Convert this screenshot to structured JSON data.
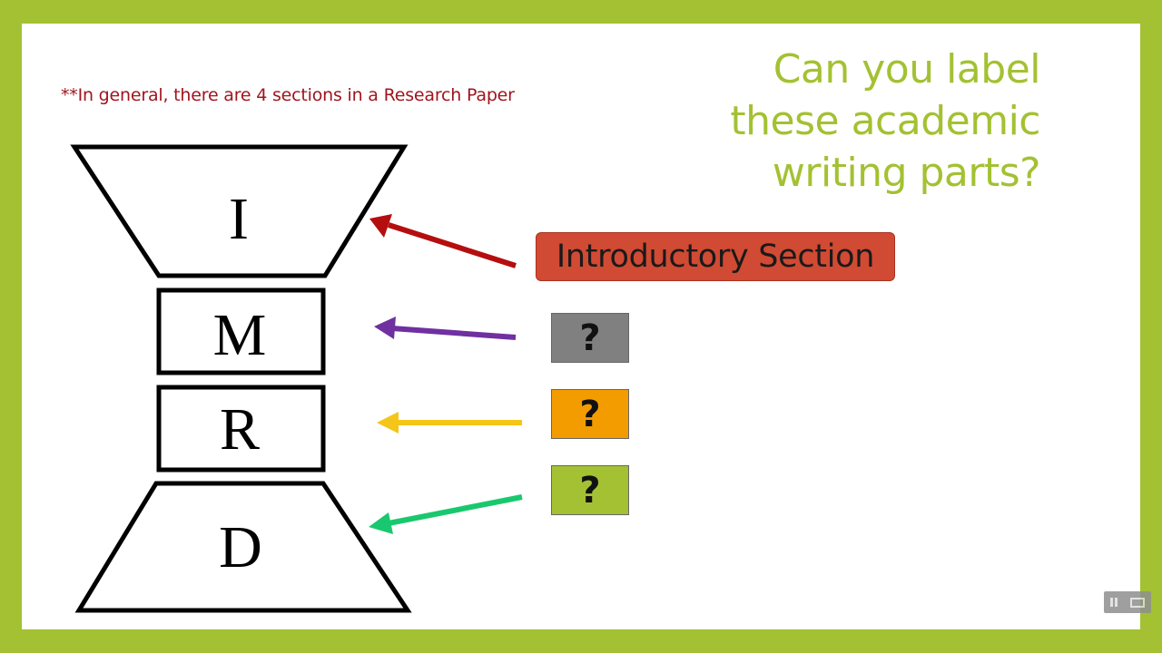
{
  "note": "**In general, there are 4 sections in a Research Paper",
  "question": {
    "line1": "Can you label",
    "line2": "these academic",
    "line3": "writing parts?"
  },
  "sections": {
    "i": "I",
    "m": "M",
    "r": "R",
    "d": "D"
  },
  "labels": {
    "introductory": "Introductory Section",
    "q1": "?",
    "q2": "?",
    "q3": "?"
  },
  "colors": {
    "frame": "#a3c132",
    "arrow_intro": "#b50e0e",
    "arrow_methods": "#7030a0",
    "arrow_results": "#f5c518",
    "arrow_discussion": "#19c86e",
    "intro_box": "#d14a33",
    "q_gray": "#808080",
    "q_orange": "#f39c00",
    "q_green": "#a3c132"
  }
}
